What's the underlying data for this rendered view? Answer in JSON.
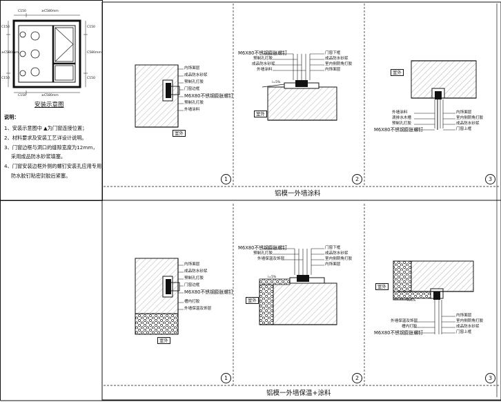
{
  "overview": {
    "caption": "安装示意图",
    "dims_top": [
      "C150",
      "≥C580mm"
    ],
    "dims_bottom": [
      "C150",
      "≥C580mm"
    ],
    "dims_left": [
      "C150",
      "≥C580mm",
      "C150"
    ],
    "dims_right": [
      "C150",
      "C580mm",
      "C150"
    ]
  },
  "notes": {
    "heading": "说明：",
    "items": [
      "1、安装示意图中 ▲为门窗连接位置；",
      "2、材料要求及安装工艺详设计说明。",
      "3、门窗边框与洞口的缝隙宽度为12mm，",
      "采用成品防水砂浆填塞。",
      "4、门窗安装边框外侧的螺钉安装孔应用专用",
      "防水胶钉粘密封胶后紧塞。"
    ]
  },
  "rows": [
    {
      "title": "铝模一外墙涂料",
      "details": [
        {
          "number": "1",
          "room_label": "室外",
          "callouts": [
            "内饰面层",
            "成品防水砂浆",
            "预制孔打胶",
            "门窗边框",
            "M6X80不锈钢膨胀螺钉",
            "预制孔打胶",
            "外墙涂料"
          ]
        },
        {
          "number": "2",
          "room_label": "室外",
          "slope": "i=5%",
          "callouts_left": [
            "M6X80不锈钢膨胀螺钉",
            "预制孔打胶",
            "成品防水砂浆",
            "外墙涂料"
          ],
          "callouts_right": [
            "门窗下框",
            "成品防水砂浆",
            "室内侧阴角打胶",
            "内饰面层"
          ]
        },
        {
          "number": "3",
          "room_label": "室外",
          "callouts": [
            "外墙涂料",
            "室内侧阴角打胶",
            "成品防水砂浆",
            "预制孔打胶",
            "M6X80不锈钢膨胀螺钉",
            "门窗上框"
          ],
          "callouts_right": [
            "内饰面层",
            "室内侧阴角打胶",
            "成品防水砂浆"
          ],
          "callouts_left": [
            "外墙涂料",
            "滴排水木槽",
            "预制孔打胶",
            "M6X80不锈钢膨胀螺钉"
          ]
        }
      ]
    },
    {
      "title": "铝模一外墙保温+涂料",
      "details": [
        {
          "number": "1",
          "room_label": "室外",
          "callouts": [
            "内饰面层",
            "成品防水砂浆",
            "预制孔打胶",
            "门窗边框",
            "M6X80不锈钢膨胀螺钉",
            "槽内打胶",
            "外墙保温及饰层"
          ]
        },
        {
          "number": "2",
          "room_label": "室外",
          "slope": "i=5%",
          "callouts_left": [
            "M6X80不锈钢膨胀螺钉",
            "预制孔打胶",
            "外墙保温及饰层"
          ],
          "callouts_right": [
            "门窗下框",
            "成品防水砂浆",
            "室内侧阴角打胶",
            "内饰面层"
          ]
        },
        {
          "number": "3",
          "room_label": "室外",
          "slope": "i=5%",
          "callouts_left": [
            "外墙保温及饰层",
            "槽内打胶",
            "M6X80不锈钢膨胀螺钉"
          ],
          "callouts_right": [
            "内饰面层",
            "室内侧阴角打胶",
            "成品防水砂浆",
            "门窗上框"
          ]
        }
      ]
    }
  ]
}
